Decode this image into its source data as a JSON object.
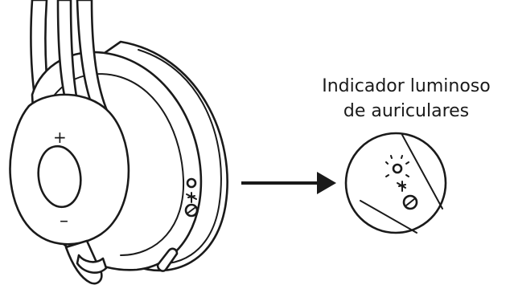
{
  "callout": {
    "line1": "Indicador luminoso",
    "line2": "de auriculares"
  },
  "earcup": {
    "plus_symbol": "+",
    "minus_symbol": "–"
  },
  "colors": {
    "ink": "#1a1a1a",
    "background": "#ffffff"
  },
  "icons": [
    "headset-illustration",
    "volume-up-icon",
    "volume-down-icon",
    "headset-light-icon",
    "bluetooth-icon",
    "mute-icon",
    "arrow-icon",
    "magnifier-circle"
  ]
}
